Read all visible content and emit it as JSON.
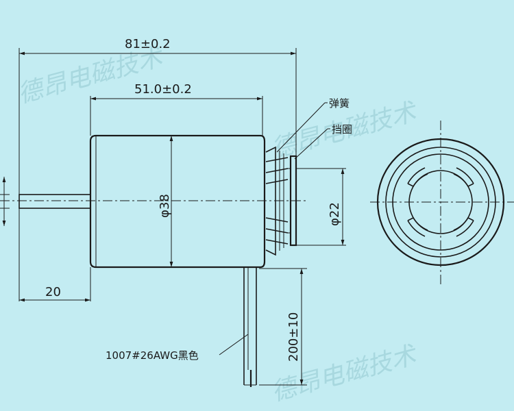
{
  "watermark": {
    "text": "德昂电磁技术"
  },
  "dimensions": {
    "overall_length": "81±0.2",
    "body_length": "51.0±0.2",
    "body_diameter": "φ38",
    "flange_diameter": "φ22",
    "shaft_extension": "20",
    "lead_length": "200±10"
  },
  "callouts": {
    "spring": "弹簧",
    "retaining_ring": "挡圈",
    "lead_wire": "1007#26AWG黑色"
  },
  "colors": {
    "background": "#c3ecf2",
    "line": "#1a1a1a",
    "watermark": "#a8d8df"
  }
}
